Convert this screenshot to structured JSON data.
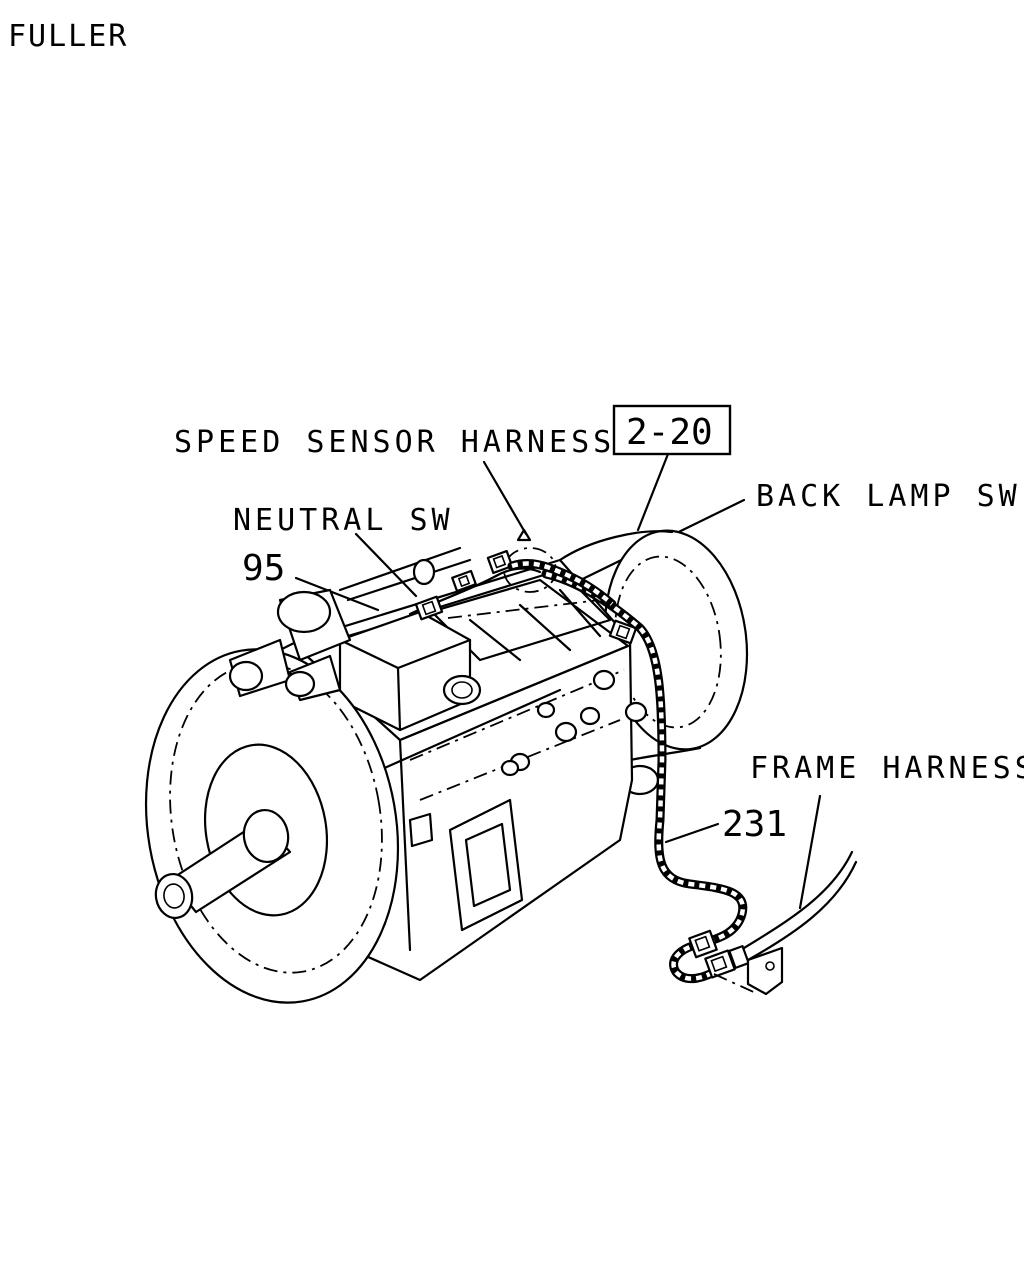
{
  "header": {
    "brand": "FULLER"
  },
  "callouts": {
    "speed_sensor_harness": "SPEED SENSOR HARNESS",
    "ref_box": "2-20",
    "back_lamp_sw": "BACK LAMP SW",
    "neutral_sw": "NEUTRAL SW",
    "part_95": "95",
    "frame_harness": "FRAME HARNESS",
    "part_231": "231"
  }
}
